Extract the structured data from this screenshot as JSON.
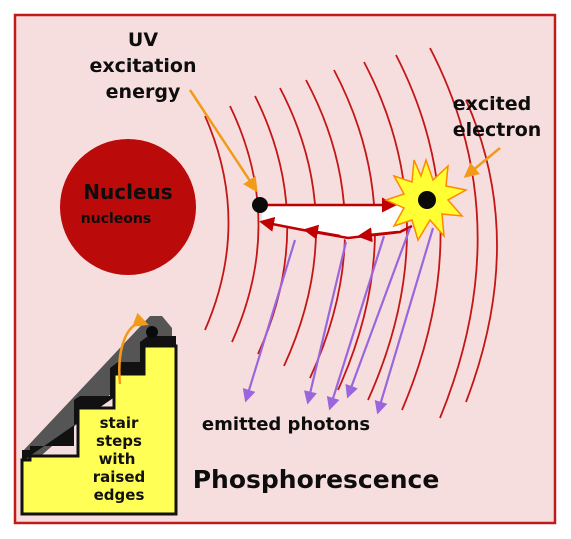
{
  "labels": {
    "uv_line1": "UV",
    "uv_line2": "excitation",
    "uv_line3": "energy",
    "excited_line1": "excited",
    "excited_line2": "electron",
    "nucleus": "Nucleus",
    "nucleons": "nucleons",
    "emitted": "emitted photons",
    "title": "Phosphorescence",
    "stair_line1": "stair",
    "stair_line2": "steps",
    "stair_line3": "with",
    "stair_line4": "raised",
    "stair_line5": "edges"
  },
  "colors": {
    "background": "#f7dede",
    "frame": "#c01b1b",
    "wave": "#c41616",
    "nucleus": "#bb0a0a",
    "arrow_red": "#c00000",
    "uv_arrow": "#f29a1a",
    "photon": "#9a66dd",
    "star": "#ffff33",
    "star_edge": "#ff8800",
    "stair": "#ffff55"
  }
}
